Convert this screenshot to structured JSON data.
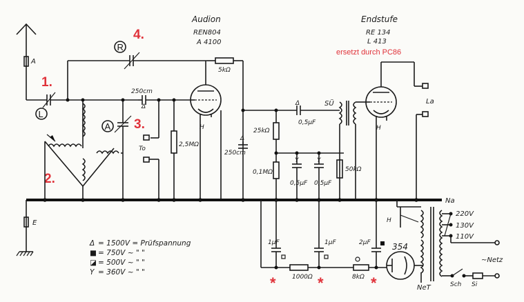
{
  "tubes": {
    "audion": {
      "title": "Audion",
      "type1": "REN804",
      "type2": "A 4100"
    },
    "endstufe": {
      "title": "Endstufe",
      "type1": "RE 134",
      "type2": "L 413",
      "note": "ersetzt durch PC86"
    },
    "rectifier": {
      "type": "354"
    }
  },
  "components": {
    "r_5k": "5kΩ",
    "c_250cm_top": "250cm",
    "c_250cm_left": "250cm",
    "r_2_5m": "2,5MΩ",
    "r_25k": "25kΩ",
    "r_0_1m": "0,1MΩ",
    "c_05uf_a": "0,5µF",
    "c_05uf_b": "0,5µF",
    "c_05uf_c": "0,5µF",
    "r_50k": "50kΩ",
    "c_1uf_a": "1µF",
    "c_1uf_b": "1µF",
    "c_2uf": "2µF",
    "r_1000": "1000Ω",
    "r_8k": "8kΩ",
    "transformer_su": "SÜ",
    "heater_h1": "H",
    "heater_h2": "H",
    "heater_h3": "H",
    "mains_transformer": "NeT",
    "switch_sch": "Sch",
    "fuse_si": "Si",
    "phones": "To",
    "loudspeaker": "La",
    "antenna": "A",
    "earth": "E",
    "mains_bus": "Na",
    "netz": "~Netz",
    "v220": "220V",
    "v130": "130V",
    "v110": "110V"
  },
  "knobs": {
    "L": "L",
    "A": "A",
    "R": "R"
  },
  "annotations": {
    "n1": "1.",
    "n2": "2.",
    "n3": "3.",
    "n4": "4.",
    "star": "*"
  },
  "legend": [
    {
      "symbol": "Δ",
      "text": "= 1500V = Prüfspannung"
    },
    {
      "symbol": "■",
      "text": "= 750V ~   \"   \""
    },
    {
      "symbol": "◪",
      "text": "= 500V ~   \"   \""
    },
    {
      "symbol": "Y",
      "text": "= 360V ~   \"   \""
    }
  ]
}
